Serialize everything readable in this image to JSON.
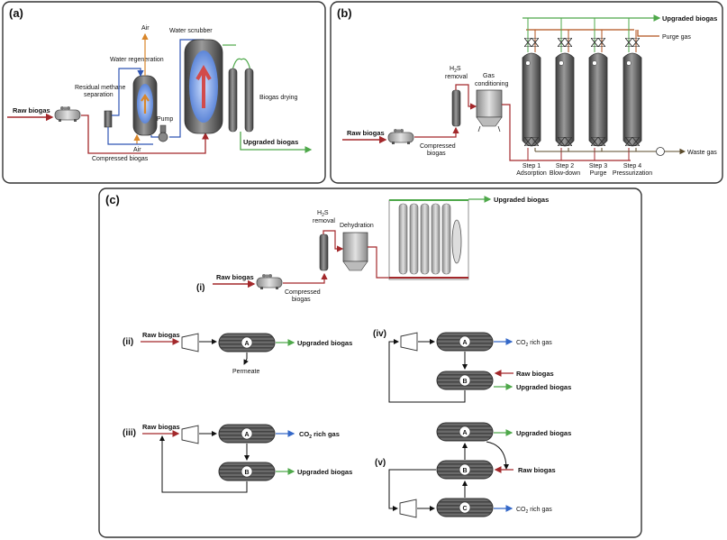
{
  "panels": {
    "a": {
      "tag": "(a)",
      "raw_biogas": "Raw biogas",
      "residual_methane_1": "Residual methane",
      "residual_methane_2": "separation",
      "water_regeneration": "Water regeneration",
      "air_top": "Air",
      "air_bottom": "Air",
      "water_scrubber": "Water scrubber",
      "pump": "Pump",
      "biogas_drying": "Biogas drying",
      "upgraded_biogas": "Upgraded biogas",
      "compressed_biogas": "Compressed biogas"
    },
    "b": {
      "tag": "(b)",
      "raw_biogas": "Raw biogas",
      "h2s_1": "H",
      "h2s_sub": "2",
      "h2s_2": "S",
      "removal": "removal",
      "gas_1": "Gas",
      "gas_2": "conditioning",
      "compressed_1": "Compressed",
      "compressed_2": "biogas",
      "upgraded_biogas": "Upgraded biogas",
      "purge_gas": "Purge gas",
      "waste_gas": "Waste gas",
      "steps": [
        {
          "line1": "Step 1",
          "line2": "Adsorption"
        },
        {
          "line1": "Step 2",
          "line2": "Blow-down"
        },
        {
          "line1": "Step 3",
          "line2": "Purge"
        },
        {
          "line1": "Step 4",
          "line2": "Pressurization"
        }
      ]
    },
    "c": {
      "tag": "(c)",
      "i": {
        "roman": "(i)",
        "raw_biogas": "Raw biogas",
        "h2s_1": "H",
        "h2s_sub": "2",
        "h2s_2": "S",
        "removal": "removal",
        "dehydration": "Dehydration",
        "upgraded_biogas": "Upgraded biogas",
        "compressed_1": "Compressed",
        "compressed_2": "biogas"
      },
      "ii": {
        "roman": "(ii)",
        "raw_biogas": "Raw biogas",
        "module": "A",
        "upgraded_biogas": "Upgraded biogas",
        "permeate": "Permeate"
      },
      "iii": {
        "roman": "(iii)",
        "raw_biogas": "Raw biogas",
        "module_a": "A",
        "module_b": "B",
        "co2_1": "CO",
        "co2_sub": "2",
        "co2_2": " rich gas",
        "upgraded_biogas": "Upgraded biogas"
      },
      "iv": {
        "roman": "(iv)",
        "module_a": "A",
        "module_b": "B",
        "co2_1": "CO",
        "co2_sub": "2",
        "co2_2": " rich gas",
        "raw_biogas": "Raw biogas",
        "upgraded_biogas": "Upgraded biogas"
      },
      "v": {
        "roman": "(v)",
        "module_a": "A",
        "module_b": "B",
        "module_c": "C",
        "upgraded_biogas": "Upgraded biogas",
        "raw_biogas": "Raw biogas",
        "co2_1": "CO",
        "co2_sub": "2",
        "co2_2": " rich gas"
      }
    }
  },
  "colors": {
    "raw": "#a3282b",
    "upgraded": "#4ea84a",
    "water": "#2f55b3",
    "air": "#d9862a",
    "co2": "#3468c8",
    "purge": "#b0521c",
    "waste": "#5a4a2a",
    "vessel": "#555555"
  }
}
